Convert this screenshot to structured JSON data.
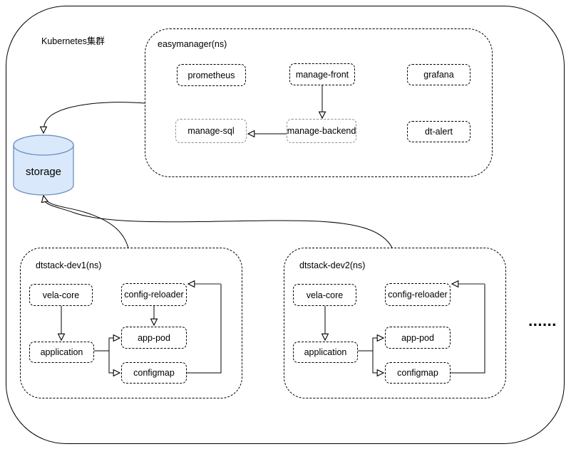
{
  "title": "Kubernetes集群",
  "storage": {
    "label": "storage",
    "fill_color": "#dae8fc",
    "stroke_color": "#6c8ebf"
  },
  "namespaces": {
    "easymanager": {
      "label": "easymanager(ns)",
      "nodes": {
        "prometheus": "prometheus",
        "manage_front": "manage-front",
        "grafana": "grafana",
        "manage_sql": "manage-sql",
        "manage_backend": "manage-backend",
        "dt_alert": "dt-alert"
      }
    },
    "dev1": {
      "label": "dtstack-dev1(ns)",
      "nodes": {
        "vela_core": "vela-core",
        "config_reloader": "config-reloader",
        "application": "application",
        "app_pod": "app-pod",
        "configmap": "configmap"
      }
    },
    "dev2": {
      "label": "dtstack-dev2(ns)",
      "nodes": {
        "vela_core": "vela-core",
        "config_reloader": "config-reloader",
        "application": "application",
        "app_pod": "app-pod",
        "configmap": "configmap"
      }
    }
  },
  "ellipsis": "......",
  "edges": [
    {
      "from": "easymanager(ns)",
      "to": "storage"
    },
    {
      "from": "dtstack-dev1(ns)",
      "to": "storage"
    },
    {
      "from": "dtstack-dev2(ns)",
      "to": "storage"
    },
    {
      "from": "manage-front",
      "to": "manage-backend",
      "namespace": "easymanager(ns)"
    },
    {
      "from": "manage-backend",
      "to": "manage-sql",
      "namespace": "easymanager(ns)"
    },
    {
      "from": "vela-core",
      "to": "application",
      "namespace": "dtstack-dev1(ns)"
    },
    {
      "from": "config-reloader",
      "to": "app-pod",
      "namespace": "dtstack-dev1(ns)"
    },
    {
      "from": "application",
      "to": "app-pod",
      "namespace": "dtstack-dev1(ns)"
    },
    {
      "from": "application",
      "to": "configmap",
      "namespace": "dtstack-dev1(ns)"
    },
    {
      "from": "configmap",
      "to": "config-reloader",
      "namespace": "dtstack-dev1(ns)"
    },
    {
      "from": "vela-core",
      "to": "application",
      "namespace": "dtstack-dev2(ns)"
    },
    {
      "from": "application",
      "to": "app-pod",
      "namespace": "dtstack-dev2(ns)"
    },
    {
      "from": "application",
      "to": "configmap",
      "namespace": "dtstack-dev2(ns)"
    },
    {
      "from": "configmap",
      "to": "config-reloader",
      "namespace": "dtstack-dev2(ns)"
    }
  ]
}
